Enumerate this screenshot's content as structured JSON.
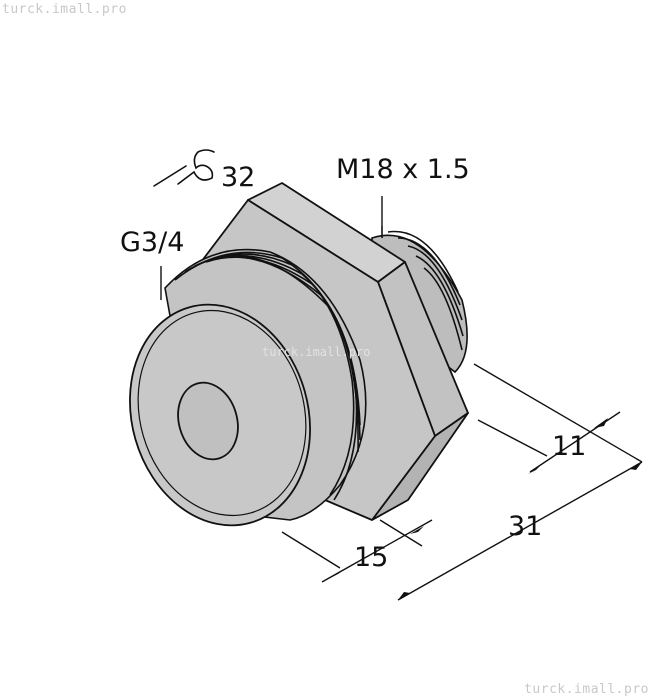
{
  "watermark": {
    "top": "turck.imall.pro",
    "bottom": "turck.imall.pro",
    "center": "turck.imall.pro"
  },
  "labels": {
    "wrench_size": "32",
    "thread_large": "G3/4",
    "thread_small": "M18 x 1.5",
    "dim_11": "11",
    "dim_15": "15",
    "dim_31": "31"
  },
  "icons": {
    "wrench": "wrench-icon"
  },
  "colors": {
    "body": "#c9c9c9",
    "body_dark": "#b4b4b4",
    "body_light": "#dcdcdc",
    "outline": "#111111",
    "watermark": "#c8c8c8"
  }
}
